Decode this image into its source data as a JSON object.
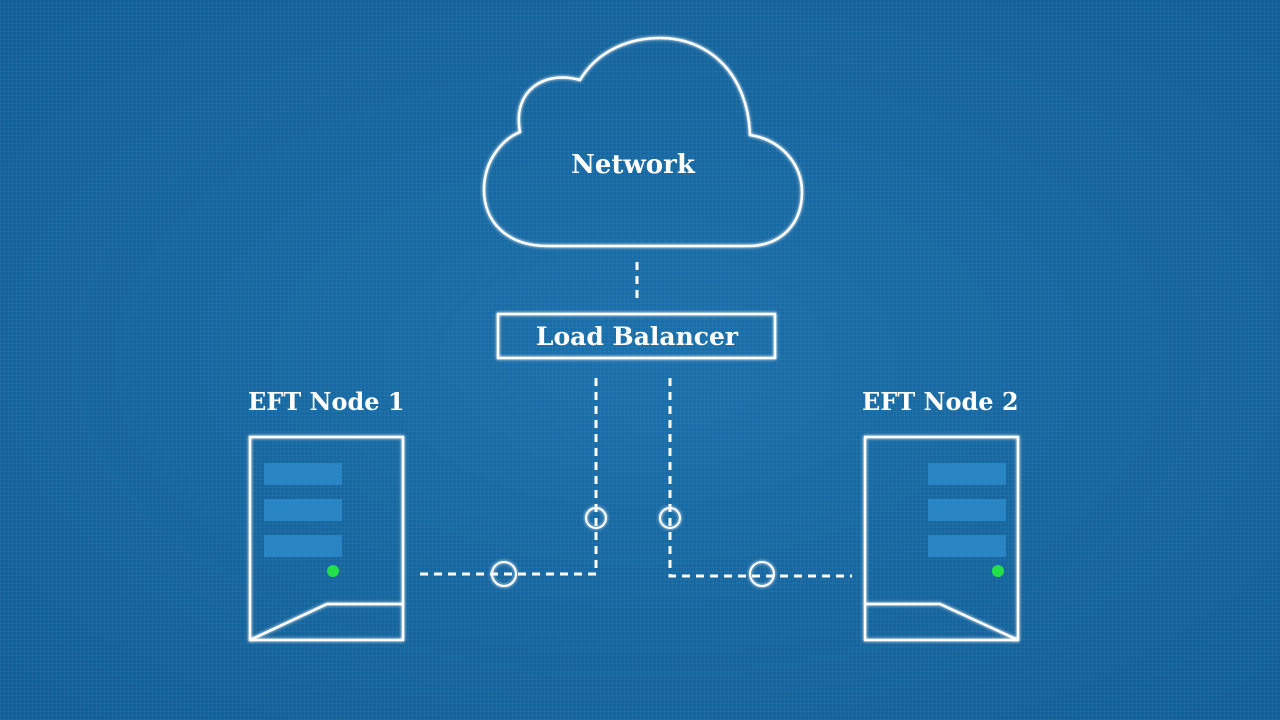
{
  "diagram": {
    "cloud": {
      "label": "Network"
    },
    "load_balancer": {
      "label": "Load Balancer"
    },
    "nodes": [
      {
        "label": "EFT Node 1",
        "status_color": "#22e04a"
      },
      {
        "label": "EFT Node 2",
        "status_color": "#22e04a"
      }
    ],
    "colors": {
      "background": "#1466a0",
      "line": "#ffffff",
      "server_slot": "#2a85c4",
      "status_led": "#22e04a"
    }
  }
}
